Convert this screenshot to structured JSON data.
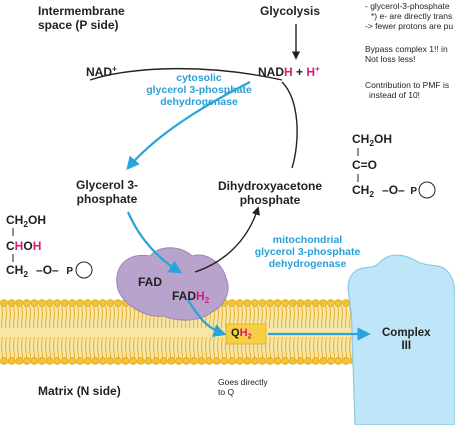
{
  "labels": {
    "intermembrane": "Intermembrane",
    "p_side": "space (P side)",
    "glycolysis": "Glycolysis",
    "matrix": "Matrix ",
    "n_side": "(N side)",
    "complex_1": "Complex",
    "complex_2": "III"
  },
  "notes": {
    "line1": "- glycerol-3-phosphate",
    "line2": "*) e- are directly trans",
    "line3": "-> fewer protons are pu",
    "line4": "Bypass complex 1!! in",
    "line5": "Not loss less!",
    "line6": "Contribution to PMF is",
    "line7": "instead of 10!",
    "direct_1": "Goes directly",
    "direct_2": "to Q"
  },
  "cofactors": {
    "nad": "NAD",
    "plus": "+",
    "nadh_n": "NAD",
    "nadh_h": "H",
    "h": "H",
    "fad": "FAD",
    "fadh_f": "FAD",
    "fadh_h": "H",
    "sub2": "2",
    "q": "Q",
    "q_h": "H"
  },
  "enzymes": {
    "cytosolic_1": "cytosolic",
    "cytosolic_2": "glycerol 3-phosphate",
    "cytosolic_3": "dehydrogenase",
    "mito_1": "mitochondrial",
    "mito_2": "glycerol 3-phosphate",
    "mito_3": "dehydrogenase"
  },
  "metabolites": {
    "g3p_1": "Glycerol 3-",
    "g3p_2": "phosphate",
    "dhap_1": "Dihydroxyacetone",
    "dhap_2": "phosphate"
  },
  "structure_right": {
    "row1_a": "CH",
    "row1_b": "OH",
    "row2": "C=O",
    "row3_a": "CH",
    "row3_b": "–O–",
    "p": "P",
    "sub2": "2"
  },
  "structure_left": {
    "row1_a": "CH",
    "row1_b": "OH",
    "row2_a": "C",
    "row2_h": "H",
    "row2_b": "O",
    "row3_a": "CH",
    "row3_b": "–O–",
    "p": "P",
    "sub2": "2"
  },
  "colors": {
    "arrow_blue": "#29a3dc",
    "highlight_magenta": "#d81b7a",
    "membrane": "#f7e6a6",
    "lipid_head": "#f2c230",
    "protein_purple": "#b7a3cc",
    "protein_blue": "#bfe6f8",
    "quinone_box": "#f6cf44"
  }
}
